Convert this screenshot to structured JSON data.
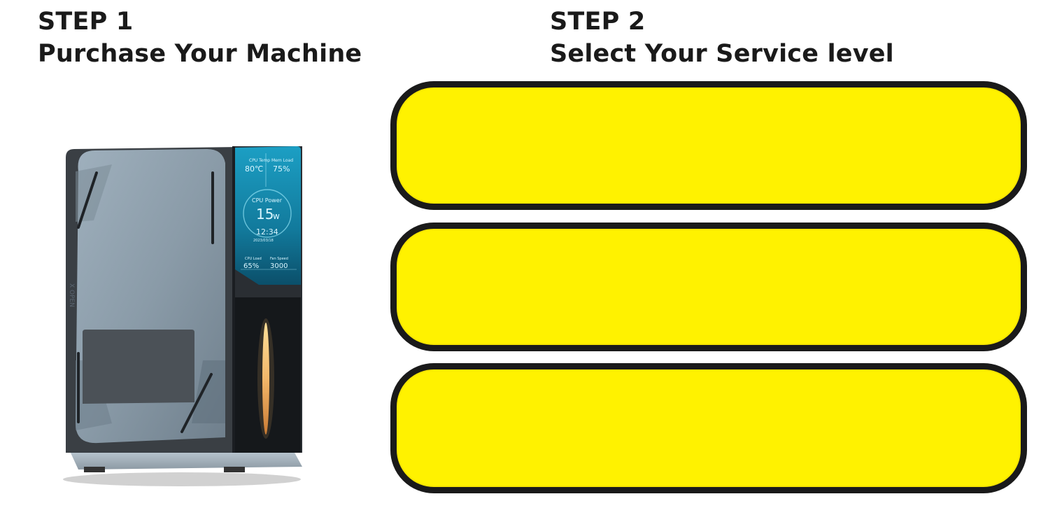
{
  "step1": {
    "step_label": "STEP 1",
    "title": "Purchase Your Machine"
  },
  "step2": {
    "step_label": "STEP 2",
    "title": "Select Your Service level"
  },
  "machine": {
    "brand_text": "X OPEN",
    "display": {
      "cpu_temp_label": "CPU Temp",
      "cpu_temp_value": "80℃",
      "mem_load_label": "Mem Load",
      "mem_load_value": "75%",
      "cpu_power_label": "CPU Power",
      "cpu_power_value": "15",
      "cpu_power_unit": "w",
      "clock_time": "12:34",
      "clock_date": "2023/03/18",
      "cpu_load_label": "CPU Load",
      "cpu_load_value": "65%",
      "fan_speed_label": "Fan Speed",
      "fan_speed_value": "3000"
    }
  },
  "service_levels": [
    {
      "label": ""
    },
    {
      "label": ""
    },
    {
      "label": ""
    }
  ],
  "colors": {
    "slot_fill": "#fff200",
    "slot_border": "#1a1a1a",
    "heading_text": "#1a1a1a",
    "lcd_blue": "#1a8fb0"
  }
}
